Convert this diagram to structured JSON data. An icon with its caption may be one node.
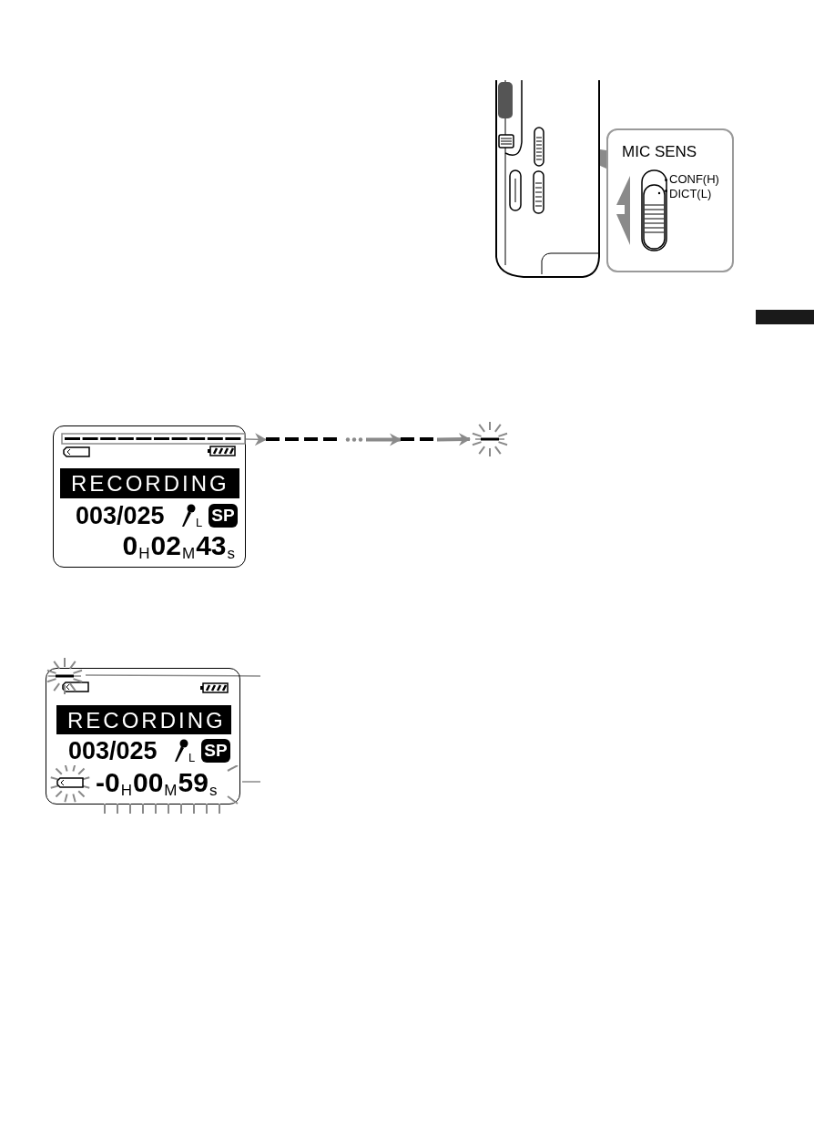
{
  "diagram": {
    "nodes": [
      {
        "text": [],
        "shape": "picture"
      },
      {
        "text": [],
        "shape": "box",
        "in": 0
      },
      {
        "text": [
          "MIC SENS",
          "CONF(H)",
          "DICT(L)"
        ]
      },
      {
        "text": [
          "RECORDING",
          "003/025",
          "L",
          "SP",
          "0$_{H}$02$_{M}$43$_{s}$"
        ]
      },
      {
        "text": [],
        "shape": "bar"
      },
      {
        "text": [],
        "shape": "bar"
      },
      {
        "text": [],
        "shape": "bar"
      },
      {
        "text": [
          "RECORDING",
          "003/025",
          "L",
          "SP"
        ]
      },
      {
        "text": [],
        "shape": "bar",
        "in": 7
      },
      {
        "text": [
          "-0$_{H}$00$_{M}$59$_{s}$"
        ],
        "in": 7
      }
    ],
    "edges": [
      {
        "from": 1,
        "to": 2,
        "arrow": "none"
      },
      {
        "from": 3,
        "to": 4,
        "arrow": "to"
      },
      {
        "from": 4,
        "to": 5,
        "arrow": "to",
        "style": "thick"
      },
      {
        "from": 5,
        "to": 6,
        "arrow": "to",
        "style": "thick"
      },
      {
        "from": null,
        "to": 8,
        "arrow": "none"
      },
      {
        "from": null,
        "to": 9,
        "arrow": "none"
      }
    ]
  }
}
